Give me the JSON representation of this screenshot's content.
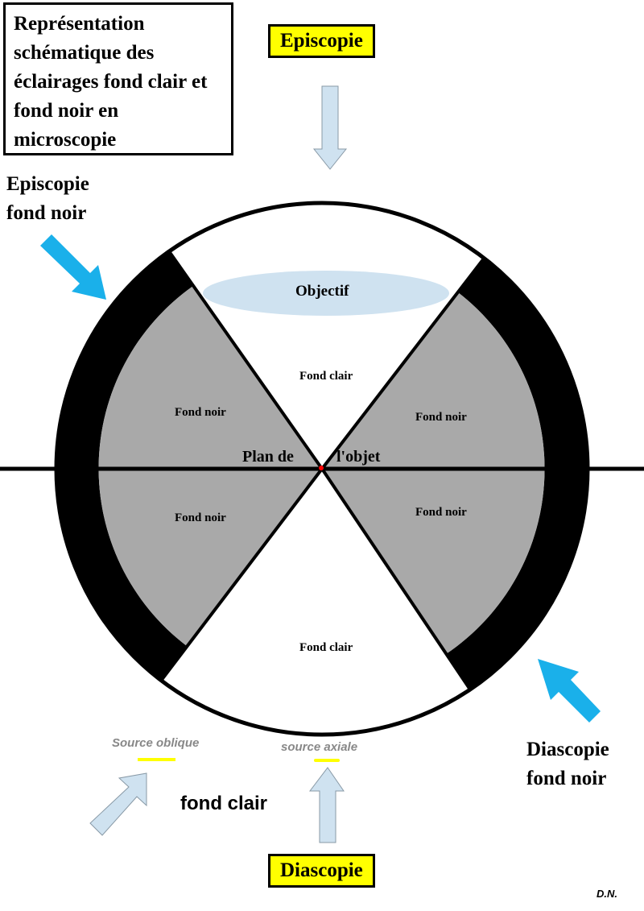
{
  "title": "Représentation schématique des éclairages fond clair et fond noir en microscopie",
  "labels": {
    "episcopie": "Episcopie",
    "diascopie": "Diascopie",
    "episcopie_fond_noir": [
      "Episcopie",
      "fond noir"
    ],
    "diascopie_fond_noir": [
      "Diascopie",
      "fond noir"
    ],
    "objectif": "Objectif",
    "fond_clair_top": "Fond clair",
    "fond_clair_bottom": "Fond clair",
    "fond_noir_ul": "Fond noir",
    "fond_noir_ur": "Fond noir",
    "fond_noir_ll": "Fond noir",
    "fond_noir_lr": "Fond noir",
    "plan_de": "Plan de",
    "objet": "l'objet",
    "source_oblique": "Source oblique",
    "source_axiale": "source axiale",
    "fond_clair_bottom_label": "fond clair",
    "signature": "D.N."
  },
  "colors": {
    "grey": "#a9a9a9",
    "cyan": "#1ab0ea",
    "light_blue": "#cfe2f0",
    "yellow": "#ffff00",
    "center": "#ff0000"
  }
}
